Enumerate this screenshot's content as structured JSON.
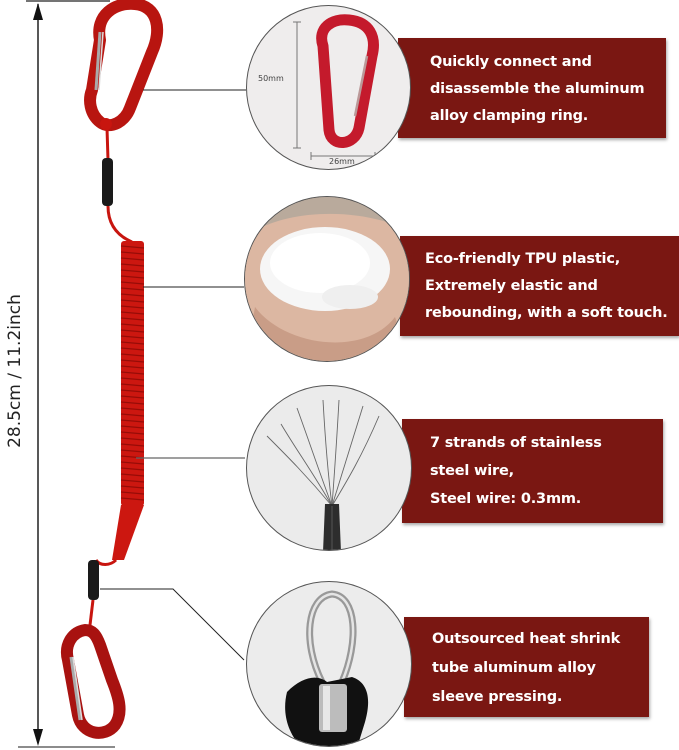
{
  "measurement": {
    "total_length_label": "28.5cm / 11.2inch"
  },
  "features": [
    {
      "id": "carabiner",
      "image": "red-aluminum-carabiner",
      "dimension_height": "50mm",
      "dimension_width": "26mm",
      "lines": [
        "Quickly connect and",
        "disassemble the aluminum",
        "alloy clamping ring."
      ]
    },
    {
      "id": "tpu-plastic",
      "image": "hand-holding-tpu-pellets",
      "lines": [
        "Eco-friendly TPU plastic,",
        "Extremely elastic and",
        "rebounding, with a soft touch."
      ]
    },
    {
      "id": "steel-wire",
      "image": "seven-strand-steel-wire",
      "lines": [
        "7 strands of stainless",
        "steel wire,",
        "Steel wire: 0.3mm."
      ]
    },
    {
      "id": "sleeve-pressing",
      "image": "aluminum-sleeve-crimped-loop",
      "lines": [
        "Outsourced heat shrink",
        "tube aluminum alloy",
        "sleeve pressing."
      ]
    }
  ],
  "colors": {
    "panel_bg": "#7a1712",
    "panel_text": "#ffffff",
    "lanyard_red": "#c8150f",
    "carabiner_red": "#b01512",
    "line": "#222222"
  }
}
